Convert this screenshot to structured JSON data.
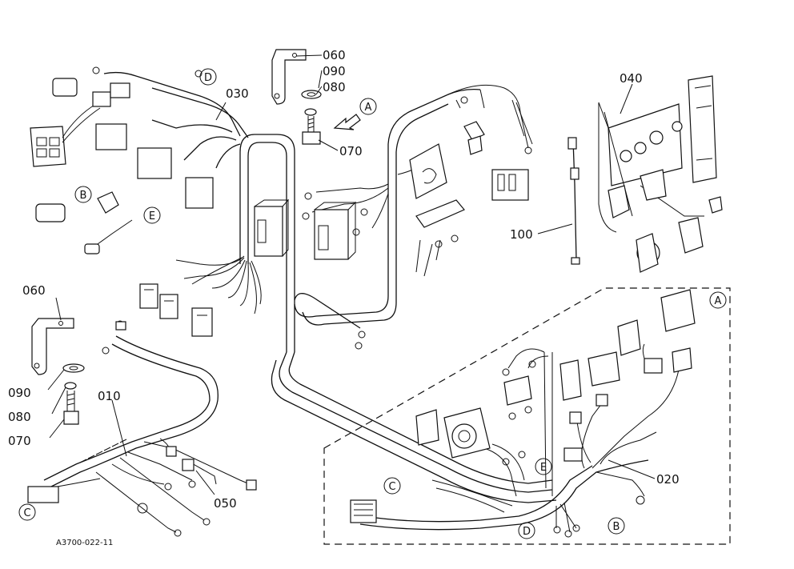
{
  "diagram": {
    "part_numbers": {
      "p010": "010",
      "p020": "020",
      "p030": "030",
      "p040": "040",
      "p050": "050",
      "p060_top": "060",
      "p060_left": "060",
      "p070_top": "070",
      "p070_left": "070",
      "p080_top": "080",
      "p080_left": "080",
      "p090_top": "090",
      "p090_left": "090",
      "p100": "100"
    },
    "callouts": {
      "a_inset": "A",
      "a_arrow": "A",
      "b_left": "B",
      "b_bottom": "B",
      "c_left": "C",
      "c_inset": "C",
      "d_top": "D",
      "d_bottom": "D",
      "e_left": "E",
      "e_inset": "E"
    },
    "drawing_id": "A3700-022-11"
  }
}
